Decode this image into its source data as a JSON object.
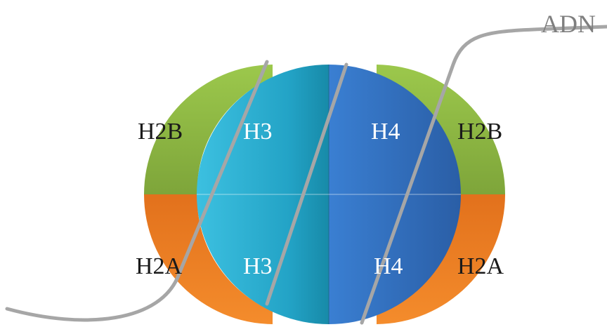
{
  "dna_label": "ADN",
  "histones": {
    "h2b_left": "H2B",
    "h2b_right": "H2B",
    "h2a_left": "H2A",
    "h2a_right": "H2A",
    "h3_top": "H3",
    "h3_bottom": "H3",
    "h4_top": "H4",
    "h4_bottom": "H4"
  },
  "colors": {
    "h2b": "#8db543",
    "h2a": "#ec7c22",
    "h3": "#2fb0d4",
    "h4": "#3470c0",
    "dna": "#a6a6a6",
    "label_dark": "#1a1a1a",
    "label_light": "#ffffff"
  }
}
